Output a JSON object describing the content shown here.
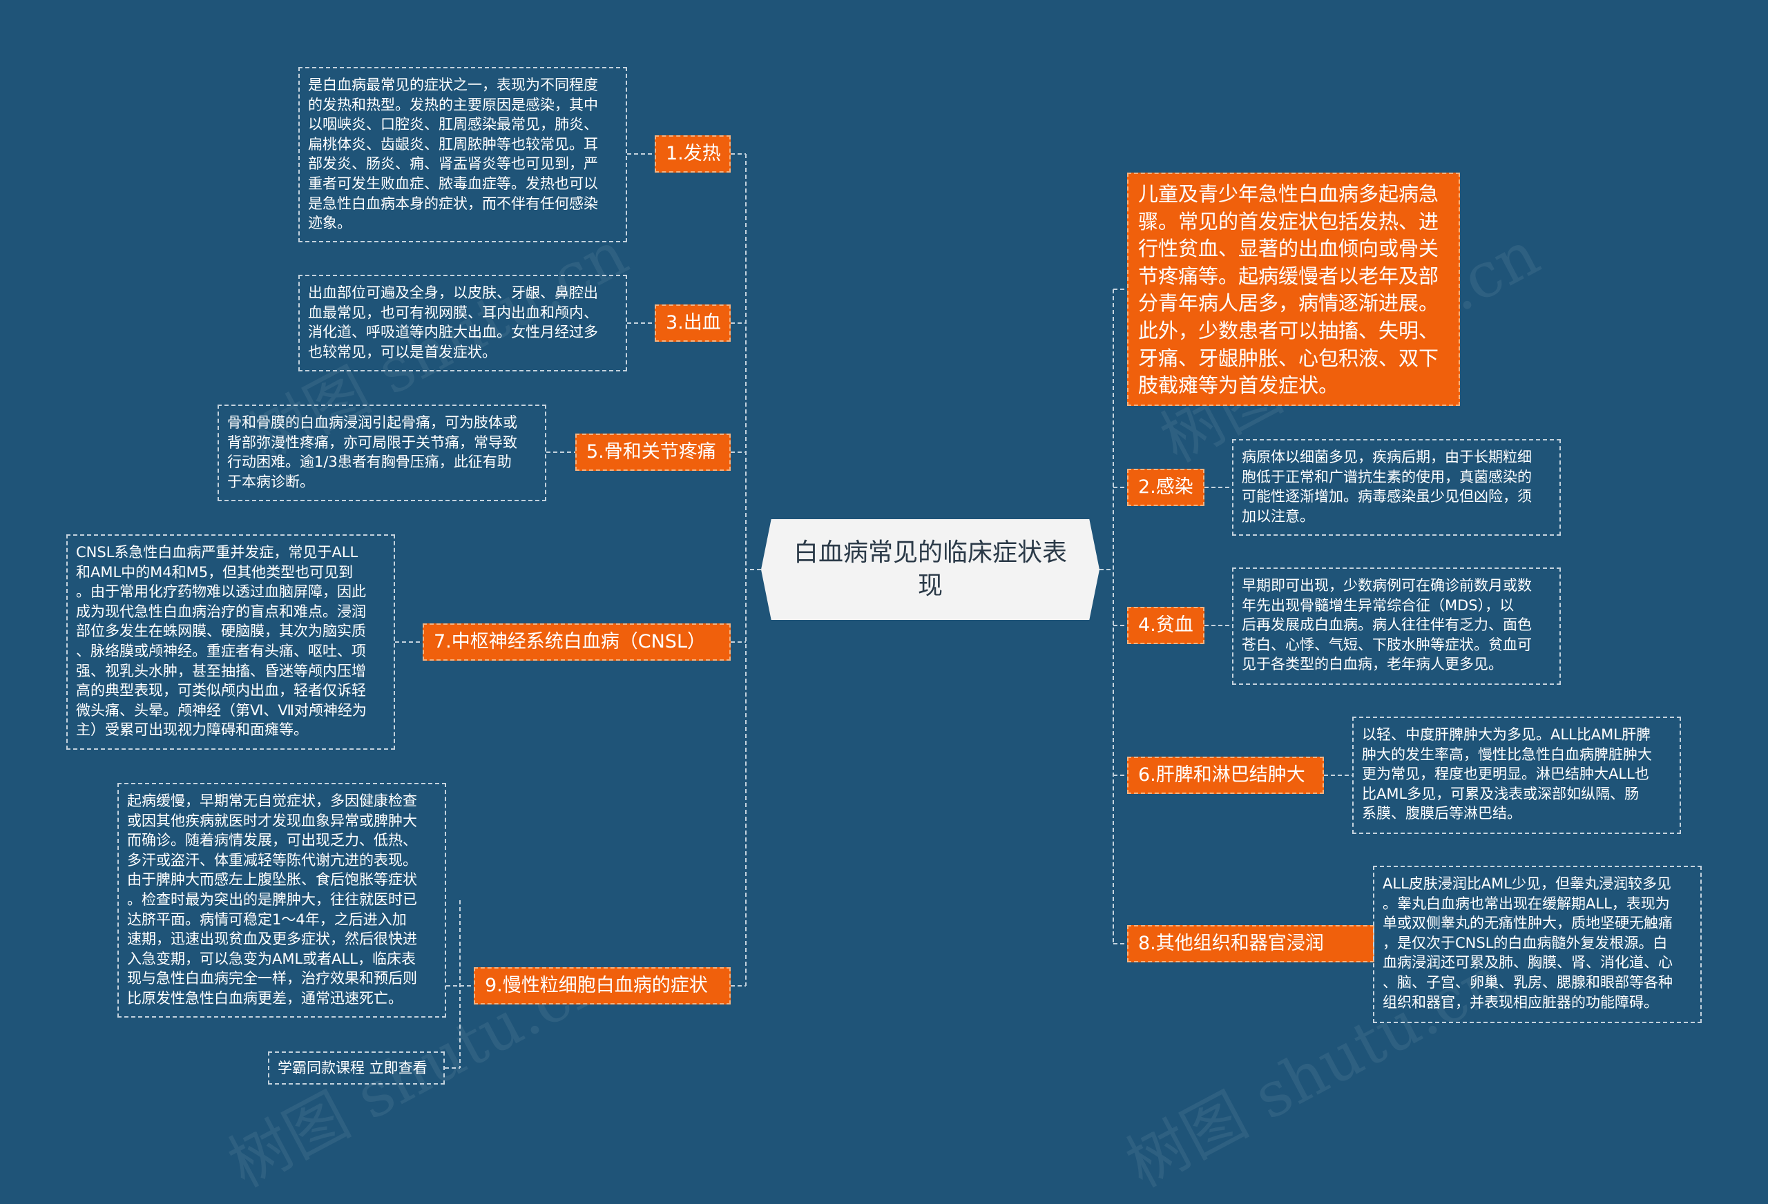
{
  "root": {
    "title": "白血病常见的临床症状表\n现"
  },
  "intro": "儿童及青少年急性白血病多起病急\n骤。常见的首发症状包括发热、进\n行性贫血、显著的出血倾向或骨关\n节疼痛等。起病缓慢者以老年及部\n分青年病人居多，病情逐渐进展。\n此外，少数患者可以抽搐、失明、\n牙痛、牙龈肿胀、心包积液、双下\n肢截瘫等为首发症状。",
  "left_branches": [
    {
      "id": "fever",
      "label": "1.发热",
      "desc": "是白血病最常见的症状之一，表现为不同程度\n的发热和热型。发热的主要原因是感染，其中\n以咽峡炎、口腔炎、肛周感染最常见，肺炎、\n扁桃体炎、齿龈炎、肛周脓肿等也较常见。耳\n部发炎、肠炎、痈、肾盂肾炎等也可见到，严\n重者可发生败血症、脓毒血症等。发热也可以\n是急性白血病本身的症状，而不伴有任何感染\n迹象。"
    },
    {
      "id": "bleeding",
      "label": "3.出血",
      "desc": "出血部位可遍及全身，以皮肤、牙龈、鼻腔出\n血最常见，也可有视网膜、耳内出血和颅内、\n消化道、呼吸道等内脏大出血。女性月经过多\n也较常见，可以是首发症状。"
    },
    {
      "id": "bone",
      "label": "5.骨和关节疼痛",
      "desc": "骨和骨膜的白血病浸润引起骨痛，可为肢体或\n背部弥漫性疼痛，亦可局限于关节痛，常导致\n行动困难。逾1/3患者有胸骨压痛，此征有助\n于本病诊断。"
    },
    {
      "id": "cnsl",
      "label": "7.中枢神经系统白血病（CNSL）",
      "desc": "CNSL系急性白血病严重并发症，常见于ALL\n和AML中的M4和M5，但其他类型也可见到\n。由于常用化疗药物难以透过血脑屏障，因此\n成为现代急性白血病治疗的盲点和难点。浸润\n部位多发生在蛛网膜、硬脑膜，其次为脑实质\n、脉络膜或颅神经。重症者有头痛、呕吐、项\n强、视乳头水肿，甚至抽搐、昏迷等颅内压增\n高的典型表现，可类似颅内出血，轻者仅诉轻\n微头痛、头晕。颅神经（第Ⅵ、Ⅶ对颅神经为\n主）受累可出现视力障碍和面瘫等。"
    },
    {
      "id": "cml",
      "label": "9.慢性粒细胞白血病的症状",
      "desc": "起病缓慢，早期常无自觉症状，多因健康检查\n或因其他疾病就医时才发现血象异常或脾肿大\n而确诊。随着病情发展，可出现乏力、低热、\n多汗或盗汗、体重减轻等陈代谢亢进的表现。\n由于脾肿大而感左上腹坠胀、食后饱胀等症状\n。检查时最为突出的是脾肿大，往往就医时已\n达脐平面。病情可稳定1～4年，之后进入加\n速期，迅速出现贫血及更多症状，然后很快进\n入急变期，可以急变为AML或者ALL，临床表\n现与急性白血病完全一样，治疗效果和预后则\n比原发性急性白血病更差，通常迅速死亡。",
      "link": "学霸同款课程 立即查看"
    }
  ],
  "right_branches": [
    {
      "id": "infection",
      "label": "2.感染",
      "desc": "病原体以细菌多见，疾病后期，由于长期粒细\n胞低于正常和广谱抗生素的使用，真菌感染的\n可能性逐渐增加。病毒感染虽少见但凶险，须\n加以注意。"
    },
    {
      "id": "anemia",
      "label": "4.贫血",
      "desc": "早期即可出现，少数病例可在确诊前数月或数\n年先出现骨髓增生异常综合征（MDS），以\n后再发展成白血病。病人往往伴有乏力、面色\n苍白、心悸、气短、下肢水肿等症状。贫血可\n见于各类型的白血病，老年病人更多见。"
    },
    {
      "id": "spleen",
      "label": "6.肝脾和淋巴结肿大",
      "desc": "以轻、中度肝脾肿大为多见。ALL比AML肝脾\n肿大的发生率高，慢性比急性白血病脾脏肿大\n更为常见，程度也更明显。淋巴结肿大ALL也\n比AML多见，可累及浅表或深部如纵隔、肠\n系膜、腹膜后等淋巴结。"
    },
    {
      "id": "organ",
      "label": "8.其他组织和器官浸润",
      "desc": "ALL皮肤浸润比AML少见，但睾丸浸润较多见\n。睾丸白血病也常出现在缓解期ALL，表现为\n单或双侧睾丸的无痛性肿大，质地坚硬无触痛\n，是仅次于CNSL的白血病髓外复发根源。白\n血病浸润还可累及肺、胸膜、肾、消化道、心\n、脑、子宫、卵巢、乳房、腮腺和眼部等各种\n组织和器官，并表现相应脏器的功能障碍。"
    }
  ],
  "colors": {
    "background": "#1f5478",
    "branch": "#f0600c",
    "root": "#f3f3f3",
    "line": "#c5d3de"
  }
}
